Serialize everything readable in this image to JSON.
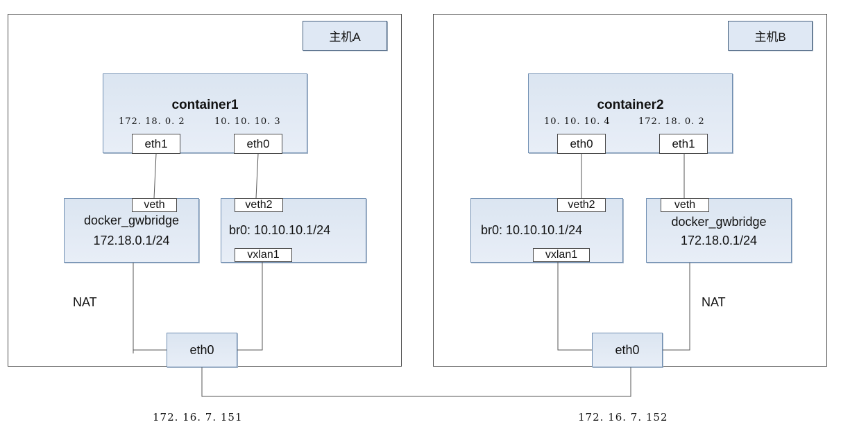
{
  "hostA": {
    "label": "主机A",
    "container": {
      "name": "container1",
      "ip_left": "172. 18. 0. 2",
      "ip_right": "10. 10. 10. 3",
      "if_left": "eth1",
      "if_right": "eth0"
    },
    "gwbridge": {
      "veth": "veth",
      "name": "docker_gwbridge",
      "subnet": "172.18.0.1/24"
    },
    "br0": {
      "veth": "veth2",
      "name": "br0: 10.10.10.1/24",
      "vxlan": "vxlan1"
    },
    "nat": "NAT",
    "eth0": "eth0",
    "ip": "172. 16. 7. 151"
  },
  "hostB": {
    "label": "主机B",
    "container": {
      "name": "container2",
      "ip_left": "10. 10. 10. 4",
      "ip_right": "172. 18. 0. 2",
      "if_left": "eth0",
      "if_right": "eth1"
    },
    "br0": {
      "veth": "veth2",
      "name": "br0: 10.10.10.1/24",
      "vxlan": "vxlan1"
    },
    "gwbridge": {
      "veth": "veth",
      "name": "docker_gwbridge",
      "subnet": "172.18.0.1/24"
    },
    "nat": "NAT",
    "eth0": "eth0",
    "ip": "172. 16. 7. 152"
  }
}
